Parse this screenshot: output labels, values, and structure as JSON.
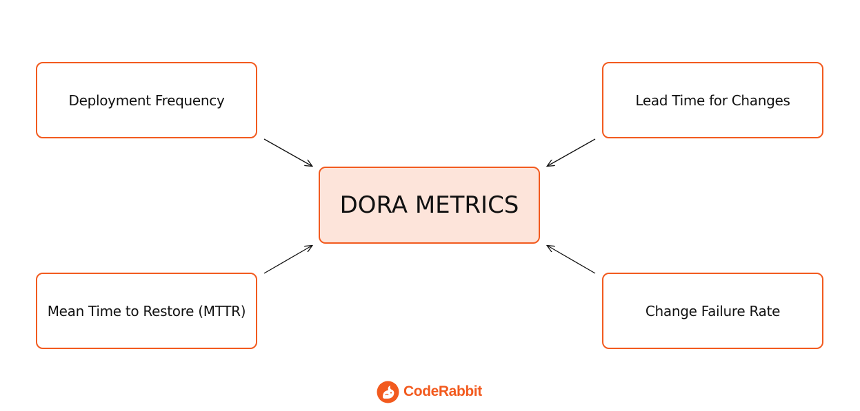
{
  "diagram": {
    "center": "DORA METRICS",
    "nodes": {
      "top_left": "Deployment Frequency",
      "top_right": "Lead Time for Changes",
      "bottom_left": "Mean Time to Restore (MTTR)",
      "bottom_right": "Change Failure Rate"
    },
    "edges": [
      {
        "from": "Deployment Frequency",
        "to": "DORA METRICS"
      },
      {
        "from": "Lead Time for Changes",
        "to": "DORA METRICS"
      },
      {
        "from": "Mean Time to Restore (MTTR)",
        "to": "DORA METRICS"
      },
      {
        "from": "Change Failure Rate",
        "to": "DORA METRICS"
      }
    ]
  },
  "logo": {
    "text": "CodeRabbit",
    "icon": "rabbit-icon"
  },
  "colors": {
    "accent": "#f25a1e",
    "center_fill": "#fde4da",
    "text": "#111111"
  }
}
